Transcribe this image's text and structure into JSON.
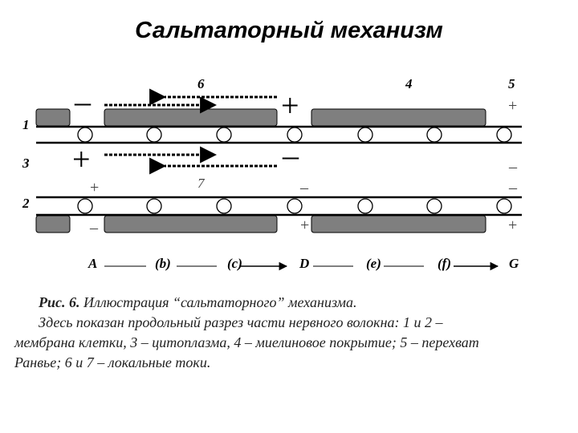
{
  "title": "Сальтаторный механизм",
  "labels": {
    "line1": "1",
    "line3": "3",
    "line2": "2",
    "current6": "6",
    "myelin4": "4",
    "node5": "5",
    "current7": "7"
  },
  "signs": {
    "minus": "–",
    "plus": "+"
  },
  "points": {
    "a": "A",
    "b": "(b)",
    "c": "(c)",
    "d": "D",
    "e": "(e)",
    "f": "(f)",
    "g": "G"
  },
  "caption": {
    "fig_label": "Рис. 6.",
    "line1_text": " Иллюстрация “сальтаторного” механизма.",
    "line2": "Здесь показан продольный разрез части нервного волокна: 1 и 2 –",
    "line3": "мембрана клетки, 3 – цитоплазма, 4 – миелиновое покрытие; 5 – перехват",
    "line4": "Ранвье; 6 и 7 – локальные токи."
  },
  "colors": {
    "myelin": "#7f7f7f",
    "line": "#000000"
  }
}
